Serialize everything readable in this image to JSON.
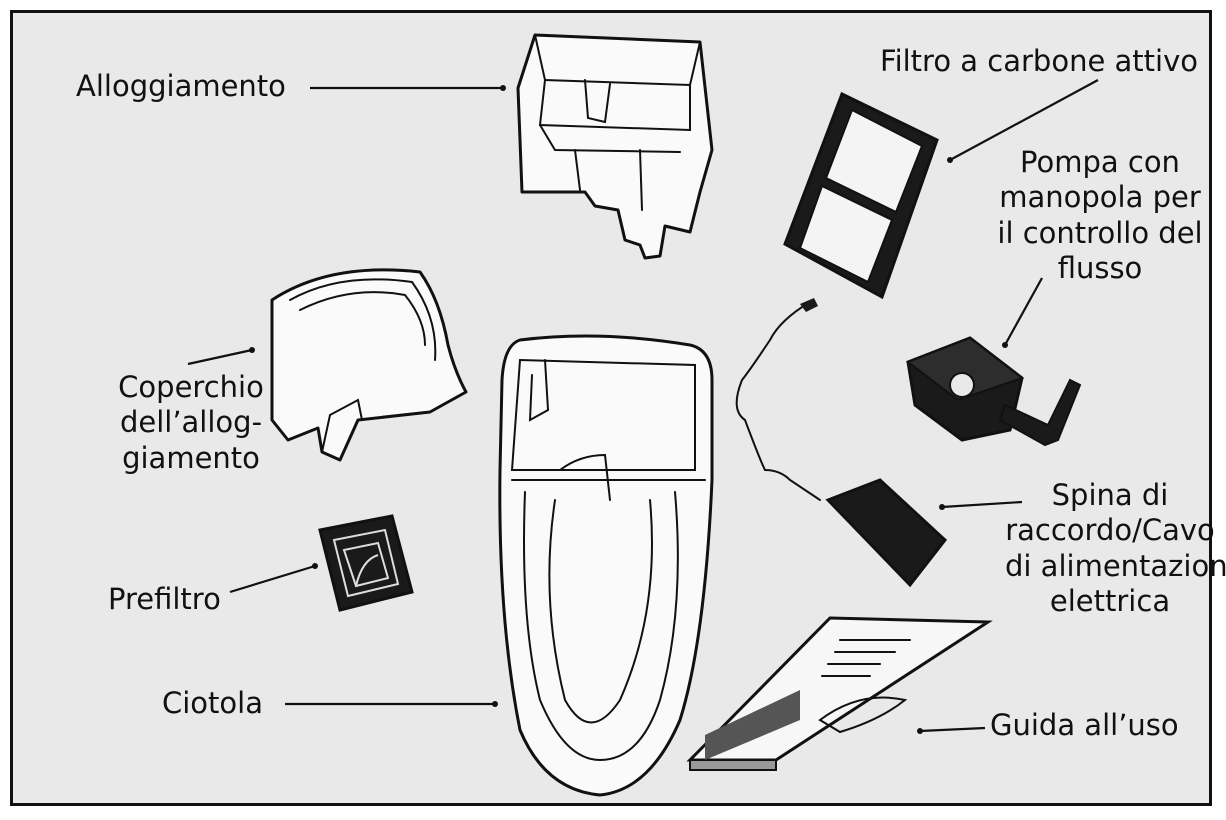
{
  "labels": {
    "housing": "Alloggiamento",
    "carbon_filter": "Filtro a carbone attivo",
    "pump": [
      "Pompa con",
      "manopola per",
      "il controllo del",
      "flusso"
    ],
    "housing_cover": [
      "Coperchio",
      "dell’allog-",
      "giamento"
    ],
    "prefilter": "Prefiltro",
    "bowl": "Ciotola",
    "plug_cable": [
      "Spina di",
      "raccordo/Cavo",
      "di alimentazione",
      "elettrica"
    ],
    "guide": "Guida all’uso"
  }
}
